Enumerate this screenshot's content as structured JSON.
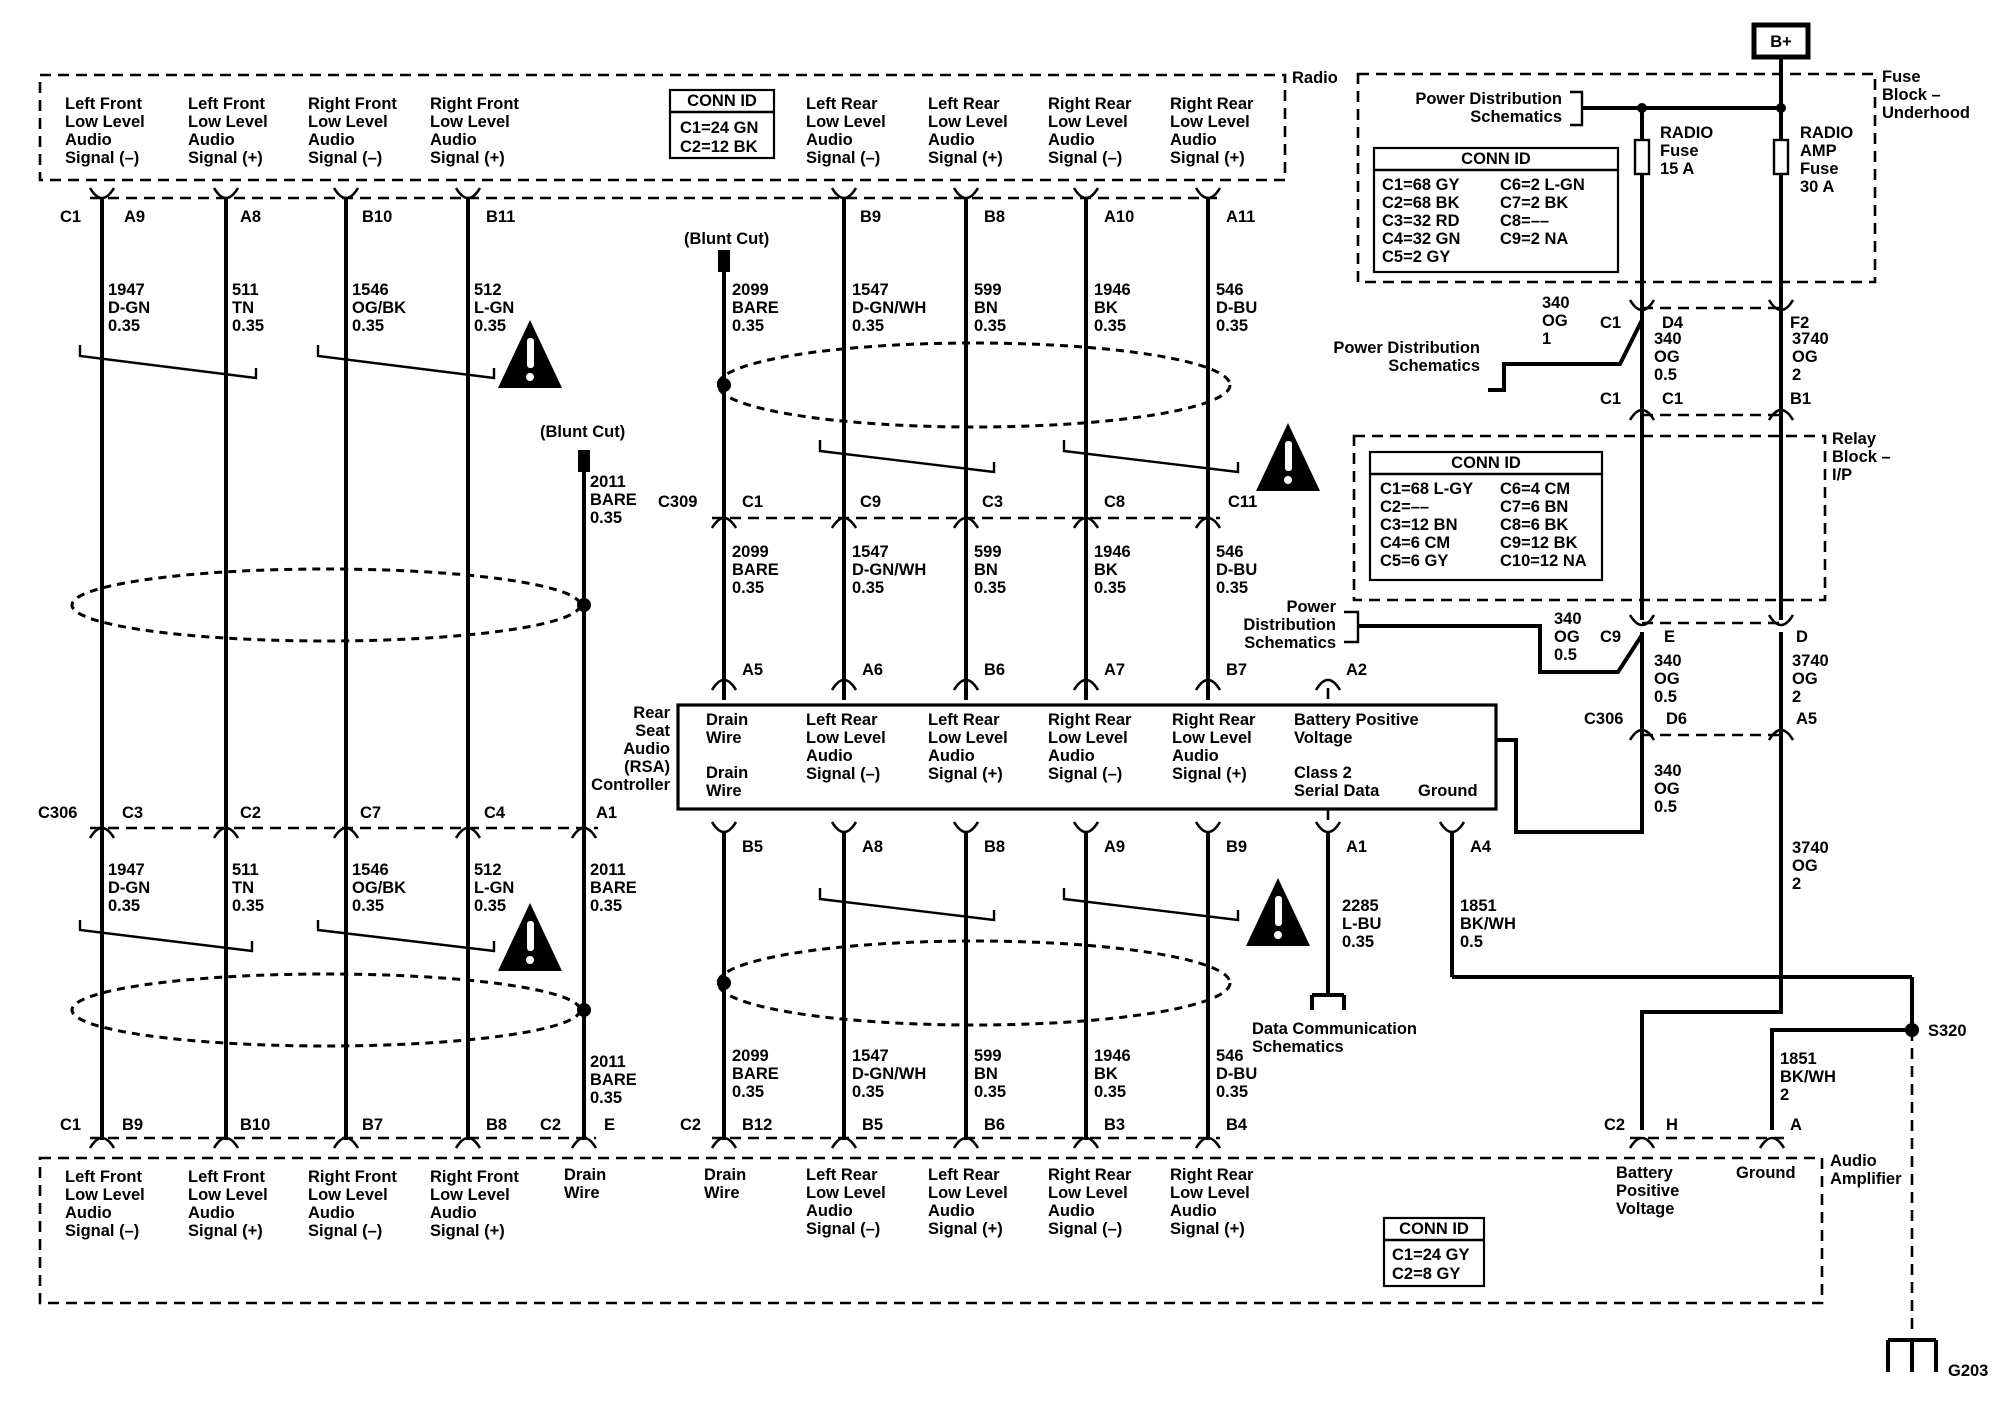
{
  "modules": {
    "radio": {
      "name": "Radio",
      "pins": [
        "Left Front\nLow Level\nAudio\nSignal (–)",
        "Left Front\nLow Level\nAudio\nSignal (+)",
        "Right Front\nLow Level\nAudio\nSignal (–)",
        "Right Front\nLow Level\nAudio\nSignal (+)",
        "Left Rear\nLow Level\nAudio\nSignal (–)",
        "Left Rear\nLow Level\nAudio\nSignal (+)",
        "Right Rear\nLow Level\nAudio\nSignal (–)",
        "Right Rear\nLow Level\nAudio\nSignal (+)"
      ],
      "conn_id": {
        "title": "CONN ID",
        "lines": [
          "C1=24 GN",
          "C2=12 BK"
        ]
      }
    },
    "fuse_block": {
      "name": "Fuse\nBlock –\nUnderhood",
      "conn_id": {
        "title": "CONN ID",
        "left": [
          "C1=68 GY",
          "C2=68 BK",
          "C3=32 RD",
          "C4=32 GN",
          "C5=2 GY"
        ],
        "right": [
          "C6=2 L-GN",
          "C7=2 BK",
          "C8=––",
          "C9=2 NA"
        ]
      },
      "fuses": [
        {
          "label": "RADIO\nFuse\n15 A"
        },
        {
          "label": "RADIO\nAMP\nFuse\n30 A"
        }
      ],
      "bplus": "B+"
    },
    "relay_block": {
      "name": "Relay\nBlock –\nI/P",
      "conn_id": {
        "title": "CONN ID",
        "left": [
          "C1=68 L-GY",
          "C2=––",
          "C3=12 BN",
          "C4=6 CM",
          "C5=6 GY"
        ],
        "right": [
          "C6=4 CM",
          "C7=6 BN",
          "C8=6 BK",
          "C9=12 BK",
          "C10=12 NA"
        ]
      }
    },
    "rsa": {
      "name": "Rear\nSeat\nAudio\n(RSA)\nController",
      "top_labels": [
        "Drain\nWire",
        "Left Rear\nLow Level\nAudio\nSignal (–)",
        "Left Rear\nLow Level\nAudio\nSignal (+)",
        "Right Rear\nLow Level\nAudio\nSignal (–)",
        "Right Rear\nLow Level\nAudio\nSignal (+)",
        "Battery Positive\nVoltage"
      ],
      "bottom_labels": [
        "Drain\nWire",
        "Class 2\nSerial Data",
        "Ground"
      ]
    },
    "amplifier": {
      "name": "Audio\nAmplifier",
      "pins": [
        "Left Front\nLow Level\nAudio\nSignal (–)",
        "Left Front\nLow Level\nAudio\nSignal (+)",
        "Right Front\nLow Level\nAudio\nSignal (–)",
        "Right Front\nLow Level\nAudio\nSignal (+)",
        "Drain\nWire",
        "Drain\nWire",
        "Left Rear\nLow Level\nAudio\nSignal (–)",
        "Left Rear\nLow Level\nAudio\nSignal (+)",
        "Right Rear\nLow Level\nAudio\nSignal (–)",
        "Right Rear\nLow Level\nAudio\nSignal (+)",
        "Battery\nPositive\nVoltage",
        "Ground"
      ],
      "conn_id": {
        "title": "CONN ID",
        "lines": [
          "C1=24 GY",
          "C2=8 GY"
        ]
      }
    }
  },
  "connectors": {
    "radio_left_c1": "C1",
    "radio_left_pins": [
      "A9",
      "A8",
      "B10",
      "B11"
    ],
    "radio_right_pins": [
      "B9",
      "B8",
      "A10",
      "A11"
    ],
    "c309": "C309",
    "c309_pins": [
      "C1",
      "C9",
      "C3",
      "C8",
      "C11"
    ],
    "rsa_top_pins": [
      "A5",
      "A6",
      "B6",
      "A7",
      "B7",
      "A2"
    ],
    "rsa_bottom_pins": [
      "B5",
      "A8",
      "B8",
      "A9",
      "B9",
      "A1",
      "A4"
    ],
    "c306_left": "C306",
    "c306_left_pins": [
      "C3",
      "C2",
      "C7",
      "C4",
      "A1"
    ],
    "amp_left": [
      "C1",
      "B9",
      "B10",
      "B7",
      "B8",
      "C2",
      "E"
    ],
    "amp_mid": [
      "C2",
      "B12",
      "B5",
      "B6",
      "B3",
      "B4"
    ],
    "amp_right": [
      "C2",
      "H",
      "A"
    ],
    "fuse_out": [
      "C1",
      "D4",
      "F2"
    ],
    "fuse_out_bottom": [
      "C1",
      "C1",
      "B1"
    ],
    "relay_out": [
      "C9",
      "E",
      "D"
    ],
    "c306_right": "C306",
    "c306_right_pins": [
      "D6",
      "A5"
    ]
  },
  "wires": {
    "radio_front": [
      "1947\nD-GN\n0.35",
      "511\nTN\n0.35",
      "1546\nOG/BK\n0.35",
      "512\nL-GN\n0.35"
    ],
    "front_lower": [
      "1947\nD-GN\n0.35",
      "511\nTN\n0.35",
      "1546\nOG/BK\n0.35",
      "512\nL-GN\n0.35"
    ],
    "drain_upper": "2011\nBARE\n0.35",
    "drain_mid": "2011\nBARE\n0.35",
    "drain_lower": "2011\nBARE\n0.35",
    "rear_upper": [
      "2099\nBARE\n0.35",
      "1547\nD-GN/WH\n0.35",
      "599\nBN\n0.35",
      "1946\nBK\n0.35",
      "546\nD-BU\n0.35"
    ],
    "rear_mid": [
      "2099\nBARE\n0.35",
      "1547\nD-GN/WH\n0.35",
      "599\nBN\n0.35",
      "1946\nBK\n0.35",
      "546\nD-BU\n0.35"
    ],
    "rear_lower": [
      "2099\nBARE\n0.35",
      "1547\nD-GN/WH\n0.35",
      "599\nBN\n0.35",
      "1946\nBK\n0.35",
      "546\nD-BU\n0.35"
    ],
    "serial": "2285\nL-BU\n0.35",
    "rsa_ground": "1851\nBK/WH\n0.5",
    "amp_ground": "1851\nBK/WH\n2",
    "pwr_1": "340\nOG\n1",
    "pwr_05a": "340\nOG\n0.5",
    "pwr_05b": "340\nOG\n0.5",
    "pwr_05c": "340\nOG\n0.5",
    "pwr_05d": "340\nOG\n0.5",
    "amp_1": "3740\nOG\n2",
    "amp_2": "3740\nOG\n2",
    "amp_3": "3740\nOG\n2"
  },
  "labels": {
    "blunt_cut": "(Blunt Cut)",
    "power_distribution": "Power Distribution\nSchematics",
    "power_distribution_3": "Power\nDistribution\nSchematics",
    "data_comm": "Data Communication\nSchematics",
    "splice": "S320",
    "ground": "G203"
  },
  "icons": [
    "warning-icon",
    "ground-icon",
    "fuse-icon",
    "twist-icon"
  ]
}
